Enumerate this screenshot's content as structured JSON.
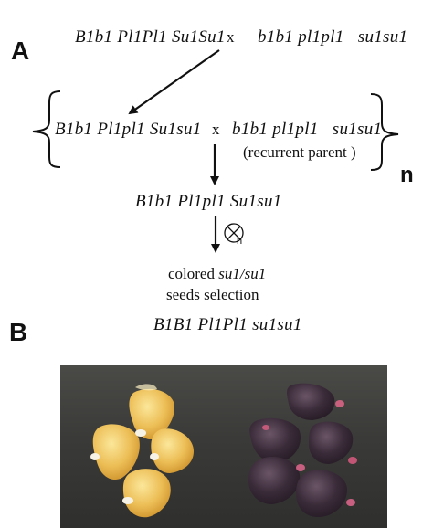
{
  "panel_a": {
    "letter": "A",
    "cross1": {
      "parent1": "B1b1 Pl1Pl1 Su1Su1",
      "times": "x",
      "parent2": "b1b1 pl1pl1   su1su1"
    },
    "backcross": {
      "f1": "B1b1 Pl1pl1 Su1su1",
      "times": "x",
      "recurrent": "b1b1 pl1pl1   su1su1",
      "recurrent_note": "(recurrent parent )",
      "cycles": "n"
    },
    "selfed": "B1b1 Pl1pl1 Su1su1",
    "self_subscript": "n",
    "selection": {
      "line1_prefix": "colored ",
      "line1_italic": "su1/su1",
      "line2": "seeds selection"
    },
    "final": "B1B1 Pl1Pl1 su1su1"
  },
  "panel_b": {
    "letter": "B"
  },
  "colors": {
    "yellow_kernel": "#e9b64a",
    "purple_kernel": "#3a2a3a",
    "photo_bg": "#3b3b39"
  }
}
